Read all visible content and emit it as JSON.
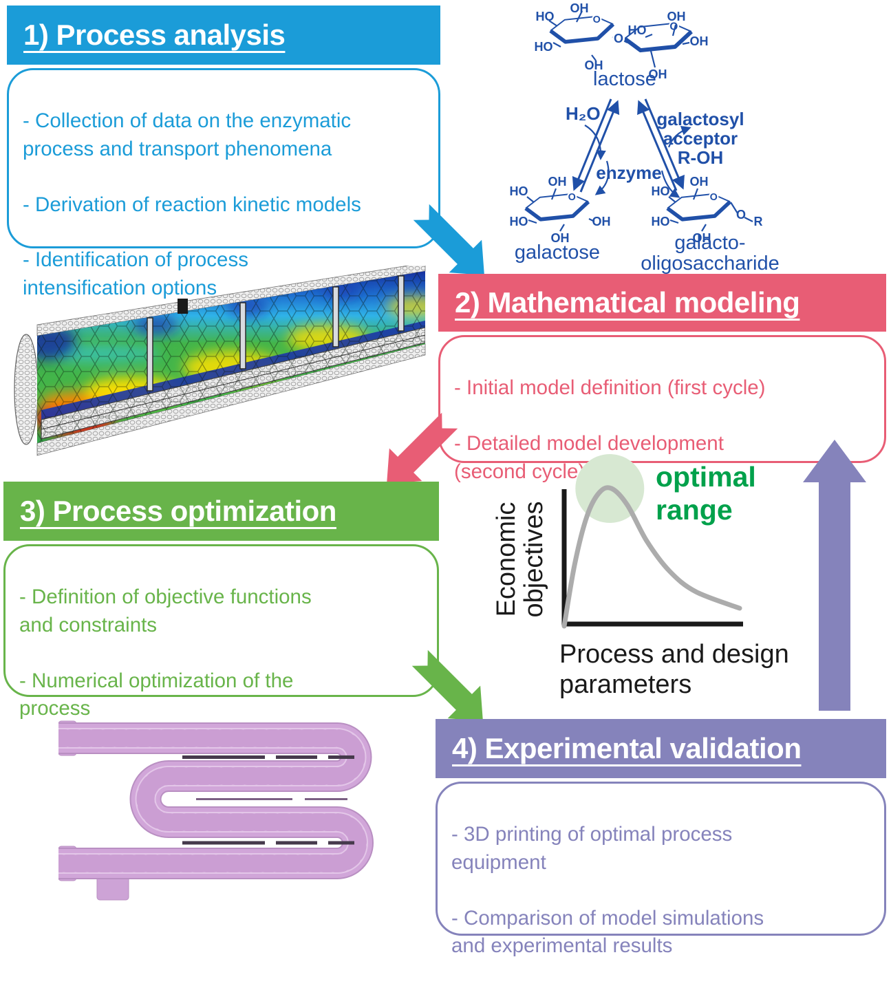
{
  "figure": {
    "steps": {
      "step1": {
        "title": "1) Process analysis",
        "items": [
          "- Collection of data on the enzymatic\nprocess and transport phenomena",
          "- Derivation of reaction kinetic models",
          "- Identification of process\nintensification options"
        ]
      },
      "step2": {
        "title": "2) Mathematical modeling",
        "items": [
          "- Initial model definition (first cycle)",
          "- Detailed model development\n(second cycle)"
        ]
      },
      "step3": {
        "title": "3) Process optimization",
        "items": [
          " - Definition of objective functions\nand constraints",
          "- Numerical optimization of the\nprocess"
        ]
      },
      "step4": {
        "title": "4) Experimental validation",
        "items": [
          "- 3D printing of optimal process\nequipment",
          "- Comparison of model simulations\nand experimental results"
        ]
      }
    },
    "colors": {
      "step1_blue": "#1b9cd8",
      "step2_pink": "#e85d75",
      "step3_green": "#68b44a",
      "step4_purple": "#8583bb",
      "chemistry_blue": "#2050a8",
      "optimal_green": "#00a14b",
      "curve_gray": "#acacac",
      "printed_reactor_pink": "#cda3d6"
    }
  },
  "chemistry": {
    "lactose": "lactose",
    "water": "H₂O",
    "enzyme": "enzyme",
    "acceptor_line1": "galactosyl",
    "acceptor_line2": "acceptor",
    "acceptor_line3": "R-OH",
    "galactose": "galactose",
    "gos_line1": "galacto-",
    "gos_line2": "oligosaccharide",
    "oh": "OH",
    "ho": "HO",
    "o": "O",
    "r": "R"
  },
  "chart_data": {
    "type": "line",
    "title": "",
    "xlabel": "Process and design parameters",
    "ylabel": "Economic objectives",
    "xlabel_lines": [
      "Process and design",
      "parameters"
    ],
    "ylabel_lines": [
      "Economic",
      "objectives"
    ],
    "annotation_lines": [
      "optimal",
      "range"
    ],
    "x": [
      0,
      0.06,
      0.13,
      0.2,
      0.27,
      0.36,
      0.47,
      0.6,
      0.75,
      1.0
    ],
    "y": [
      0,
      0.45,
      0.8,
      0.97,
      1.0,
      0.88,
      0.62,
      0.4,
      0.25,
      0.13
    ],
    "x_range": [
      0,
      1
    ],
    "y_range": [
      0,
      1
    ],
    "grid": false,
    "legend": "none",
    "highlight": {
      "shape": "circle",
      "x": 0.26,
      "y": 1.0,
      "label": "optimal range"
    }
  }
}
